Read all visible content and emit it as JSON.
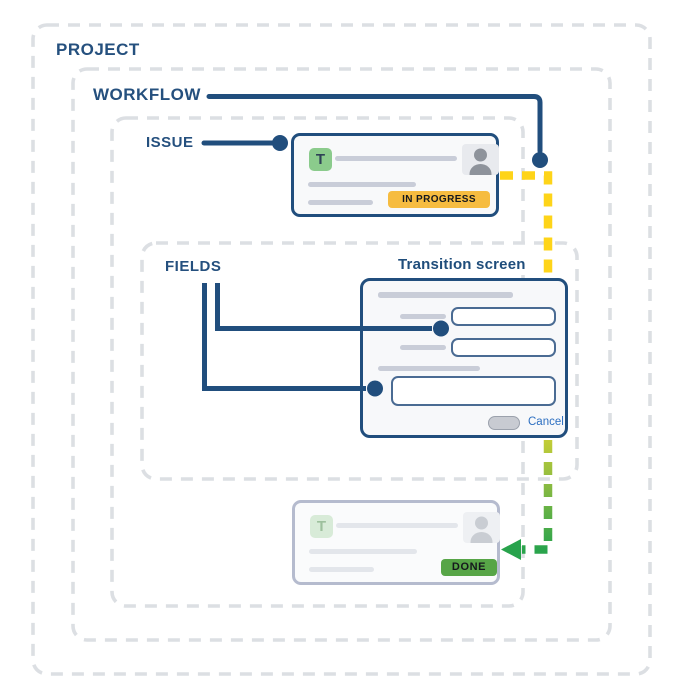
{
  "labels": {
    "project": "PROJECT",
    "workflow": "WORKFLOW",
    "issue": "ISSUE",
    "fields": "FIELDS",
    "transition_screen": "Transition screen",
    "cancel": "Cancel"
  },
  "issue_card": {
    "type_letter": "T",
    "status_label": "IN PROGRESS",
    "status_color": "#f6bc40"
  },
  "done_card": {
    "type_letter": "T",
    "status_label": "DONE",
    "status_color": "#57a547"
  },
  "icons": {
    "task_type": "green-square-letter-T",
    "avatar": "person-silhouette",
    "flow_arrow": "green-arrow-left"
  },
  "colors": {
    "navy_line": "#214e7d",
    "label_text": "#25507e",
    "dashed_border": "#dcdfe3",
    "flow_yellow": "#fed419",
    "flow_green": "#2aa44c",
    "input_border": "#4a6b93",
    "placeholder_gray": "#c9cdd8",
    "faded_card_border": "#b5bbce",
    "cancel_link_blue": "#2d6fc1"
  }
}
